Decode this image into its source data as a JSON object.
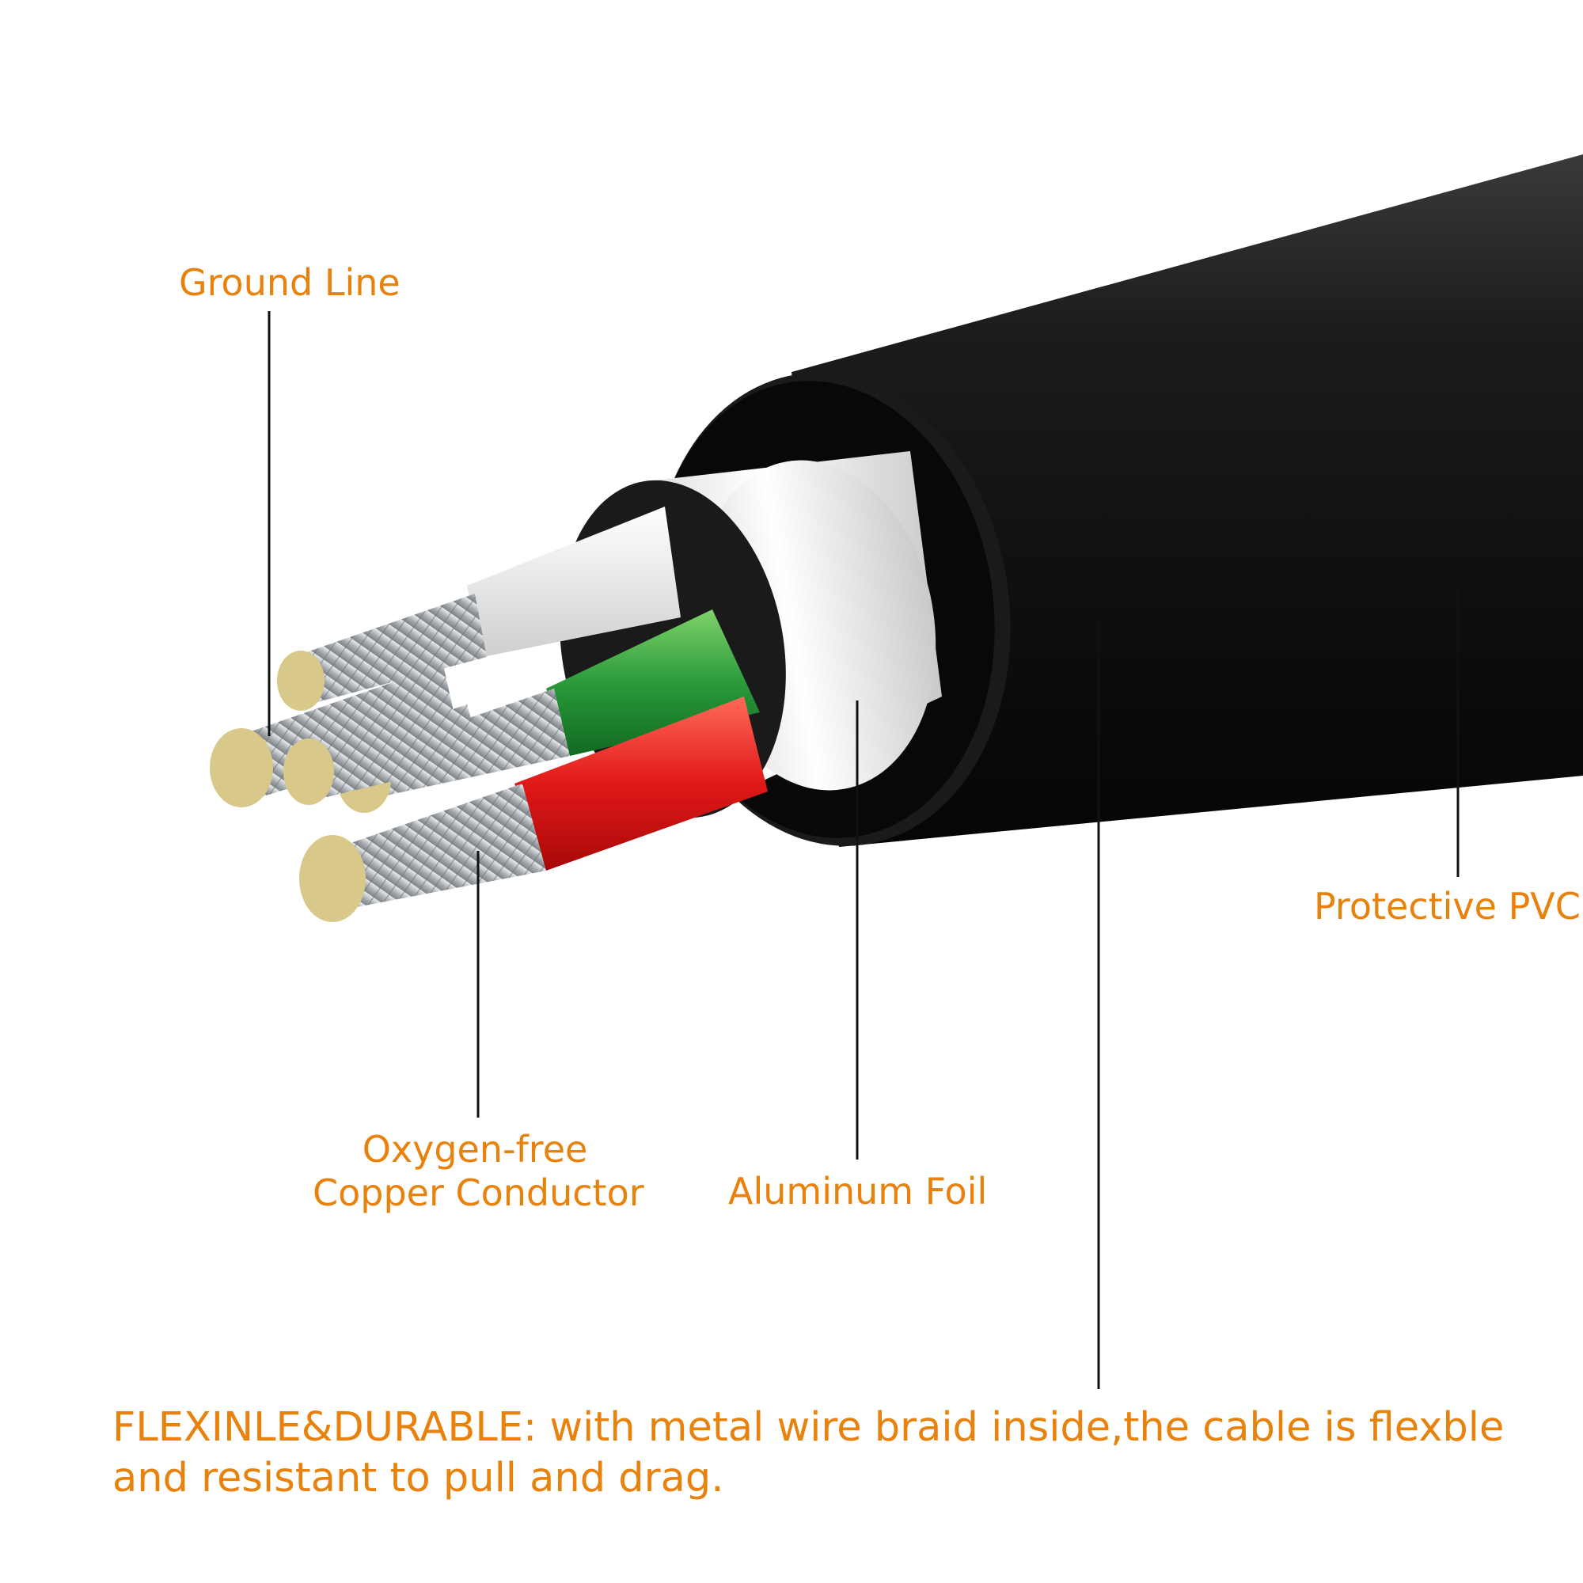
{
  "labels": {
    "ground_line": "Ground Line",
    "protective_pvc": "Protective PVC",
    "aluminum_foil": "Aluminum Foil",
    "copper_line1": "Oxygen-free",
    "copper_line2": "Copper Conductor"
  },
  "caption": {
    "line1": "FLEXINLE&DURABLE: with metal wire braid inside,the cable is flexble",
    "line2": "and resistant to pull and drag."
  },
  "colors": {
    "label": "#e8820c",
    "jacket": "#111111",
    "foil": "#e8e8e8",
    "wire_green": "#2a9a3a",
    "wire_red": "#e01818",
    "wire_white": "#f2f2f2",
    "strand": "#bfc3c6"
  }
}
